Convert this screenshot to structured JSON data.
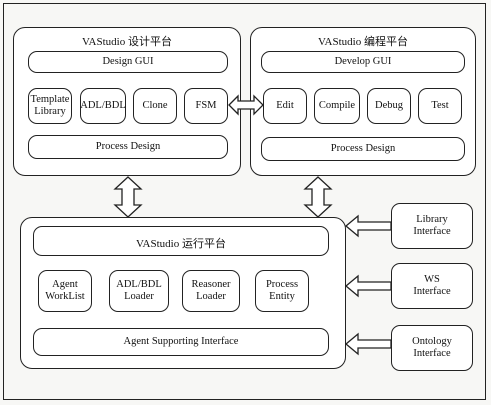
{
  "design_platform": {
    "title": "VAStudio 设计平台",
    "gui": "Design GUI",
    "modules": [
      "Template\nLibrary",
      "ADL/BDL",
      "Clone",
      "FSM"
    ],
    "process": "Process Design"
  },
  "develop_platform": {
    "title": "VAStudio 编程平台",
    "gui": "Develop GUI",
    "modules": [
      "Edit",
      "Compile",
      "Debug",
      "Test"
    ],
    "process": "Process Design"
  },
  "runtime_platform": {
    "title": "VAStudio 运行平台",
    "modules": [
      "Agent\nWorkList",
      "ADL/BDL\nLoader",
      "Reasoner\nLoader",
      "Process\nEntity"
    ],
    "support": "Agent Supporting Interface"
  },
  "interfaces": [
    "Library\nInterface",
    "WS\nInterface",
    "Ontology\nInterface"
  ]
}
